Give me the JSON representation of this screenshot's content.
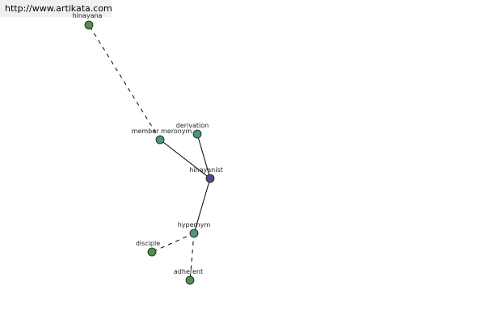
{
  "watermark": "http://www.artikata.com",
  "colors": {
    "center": "#4b4b8f",
    "teal": "#4a9480",
    "green": "#4f8f4f",
    "edge": "#000000"
  },
  "nodes": [
    {
      "id": "hinayanist",
      "label": "hinayanist",
      "role": "center"
    },
    {
      "id": "hinayana",
      "label": "hinayana",
      "role": "leaf"
    },
    {
      "id": "member-meronym",
      "label": "member meronym",
      "role": "relation"
    },
    {
      "id": "derivation",
      "label": "derivation",
      "role": "relation"
    },
    {
      "id": "hypernym",
      "label": "hypernym",
      "role": "relation"
    },
    {
      "id": "disciple",
      "label": "disciple",
      "role": "leaf"
    },
    {
      "id": "adherent",
      "label": "adherent",
      "role": "leaf"
    }
  ],
  "edges": [
    {
      "from": "hinayanist",
      "to": "member-meronym",
      "style": "solid"
    },
    {
      "from": "hinayanist",
      "to": "derivation",
      "style": "solid"
    },
    {
      "from": "hinayanist",
      "to": "hypernym",
      "style": "solid"
    },
    {
      "from": "member-meronym",
      "to": "hinayana",
      "style": "dashed"
    },
    {
      "from": "hypernym",
      "to": "disciple",
      "style": "dashed"
    },
    {
      "from": "hypernym",
      "to": "adherent",
      "style": "dashed"
    }
  ]
}
